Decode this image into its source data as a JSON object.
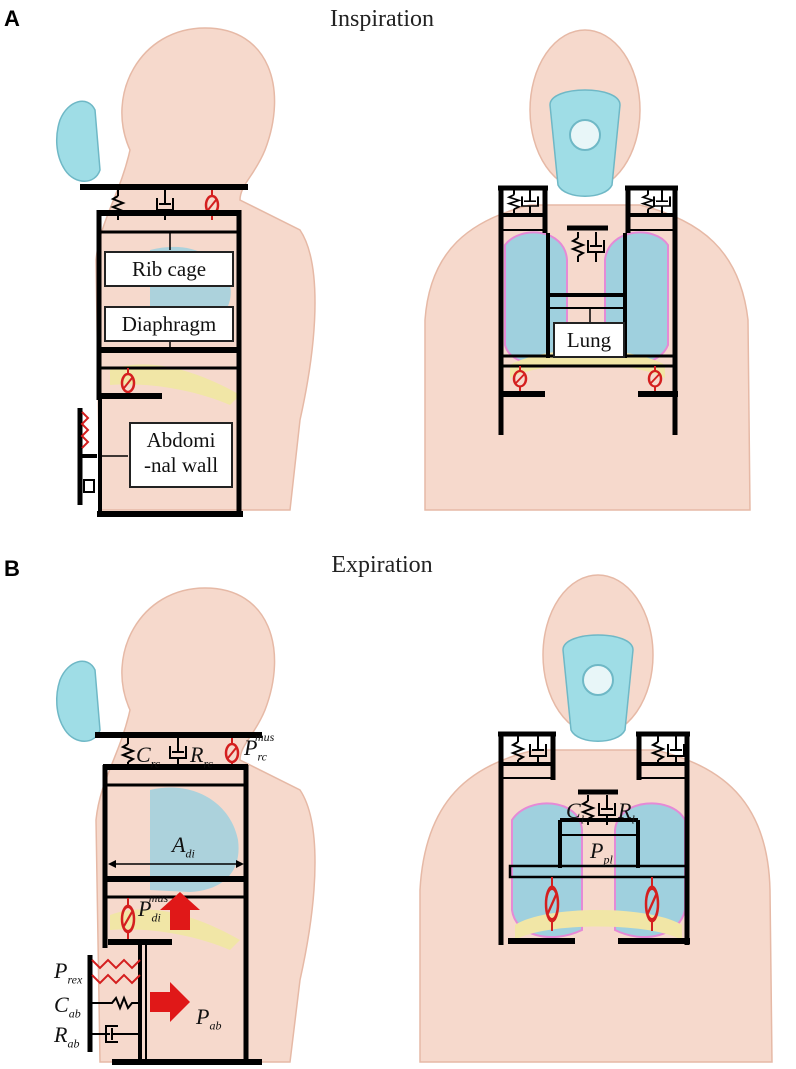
{
  "panels": {
    "a": {
      "letter": "A",
      "title": "Inspiration"
    },
    "b": {
      "letter": "B",
      "title": "Expiration"
    }
  },
  "labels_a": {
    "rib_cage": "Rib cage",
    "diaphragm": "Diaphragm",
    "lung": "Lung",
    "abdominal_wall_line1": "Abdomi",
    "abdominal_wall_line2": "-nal wall"
  },
  "symbols_b": {
    "c_rc": {
      "base": "C",
      "sub": "rc",
      "sup": ""
    },
    "r_rc": {
      "base": "R",
      "sub": "rc",
      "sup": ""
    },
    "p_rc_mus": {
      "base": "P",
      "sub": "rc",
      "sup": "mus"
    },
    "a_di": {
      "base": "A",
      "sub": "di",
      "sup": ""
    },
    "p_di_mus": {
      "base": "P",
      "sub": "di",
      "sup": "mus"
    },
    "p_rex": {
      "base": "P",
      "sub": "rex",
      "sup": ""
    },
    "c_ab": {
      "base": "C",
      "sub": "ab",
      "sup": ""
    },
    "r_ab": {
      "base": "R",
      "sub": "ab",
      "sup": ""
    },
    "p_ab": {
      "base": "P",
      "sub": "ab",
      "sup": ""
    },
    "c_l": {
      "base": "C",
      "sub": "l",
      "sup": ""
    },
    "r_l": {
      "base": "R",
      "sub": "l",
      "sup": ""
    },
    "p_pl": {
      "base": "P",
      "sub": "pl",
      "sup": ""
    }
  },
  "colors": {
    "skin": "#f6d9cc",
    "skin_outline": "#e6b9a6",
    "lung": "#9fd0de",
    "mask": "#9fdde6",
    "diaphragm_band": "#f1e6a6",
    "pleura": "#e58ad6",
    "frame": "#000000",
    "muscle_element": "#d41f1f",
    "arrow": "#e01818"
  }
}
